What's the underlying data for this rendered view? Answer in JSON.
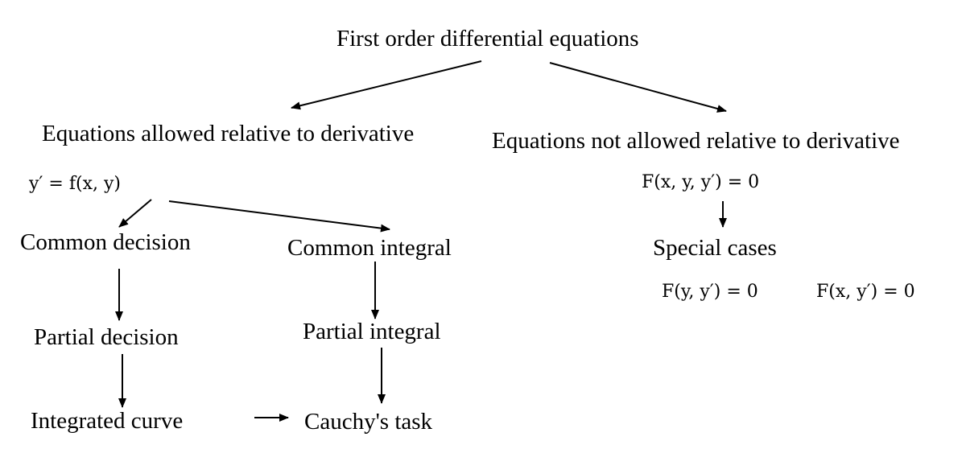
{
  "title": "First order differential equations",
  "left": {
    "heading": "Equations allowed relative to derivative",
    "equation": "y′ = f(x, y)",
    "common_decision": "Common decision",
    "common_integral": "Common integral",
    "partial_decision": "Partial decision",
    "partial_integral": "Partial integral",
    "integrated_curve": "Integrated curve",
    "cauchy_task": "Cauchy's task"
  },
  "right": {
    "heading": "Equations not allowed relative to derivative",
    "equation": "F(x, y, y′) = 0",
    "special_cases": "Special cases",
    "case_1": "F(y, y′) = 0",
    "case_2": "F(x, y′) = 0"
  },
  "colors": {
    "text": "#000000",
    "arrow": "#000000",
    "background": "#ffffff"
  }
}
